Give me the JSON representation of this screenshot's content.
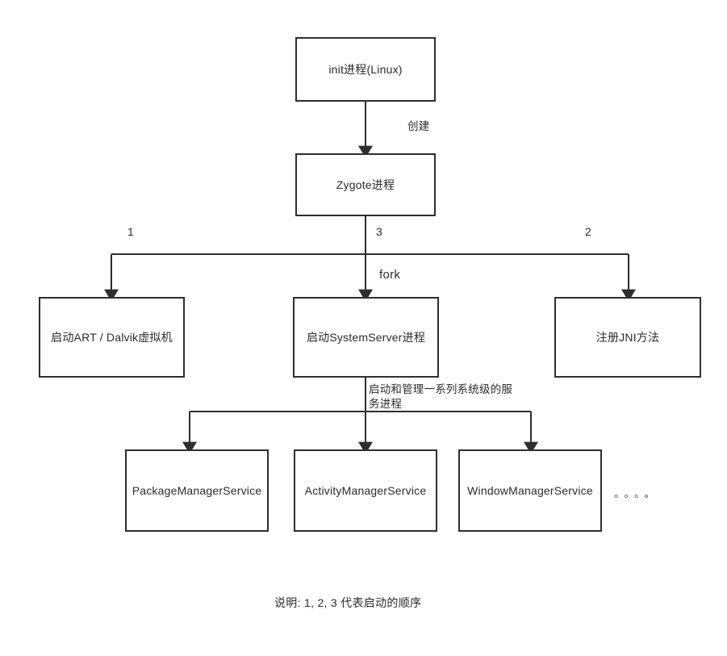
{
  "diagram": {
    "type": "flowchart",
    "title_caption": "说明: 1, 2, 3 代表启动的顺序",
    "nodes": {
      "init": {
        "label": "init进程(Linux)"
      },
      "zygote": {
        "label": "Zygote进程"
      },
      "art": {
        "label": "启动ART / Dalvik虚拟机"
      },
      "system_server": {
        "label": "启动SystemServer进程"
      },
      "jni": {
        "label": "注册JNI方法"
      },
      "pms": {
        "label": "PackageManagerService"
      },
      "ams": {
        "label": "ActivityManagerService"
      },
      "wms": {
        "label": "WindowManagerService"
      },
      "more": {
        "label": "。。。。"
      }
    },
    "edges": {
      "init_to_zygote": {
        "label": "创建"
      },
      "zygote_fork": {
        "label": "fork"
      },
      "branch_1": {
        "label": "1"
      },
      "branch_3": {
        "label": "3"
      },
      "branch_2": {
        "label": "2"
      },
      "system_server_to_services": {
        "label": "启动和管理一系列系统级的服\n务进程"
      }
    }
  },
  "colors": {
    "stroke": "#2e2e2e",
    "text": "#2b2b2b",
    "background": "#ffffff"
  }
}
